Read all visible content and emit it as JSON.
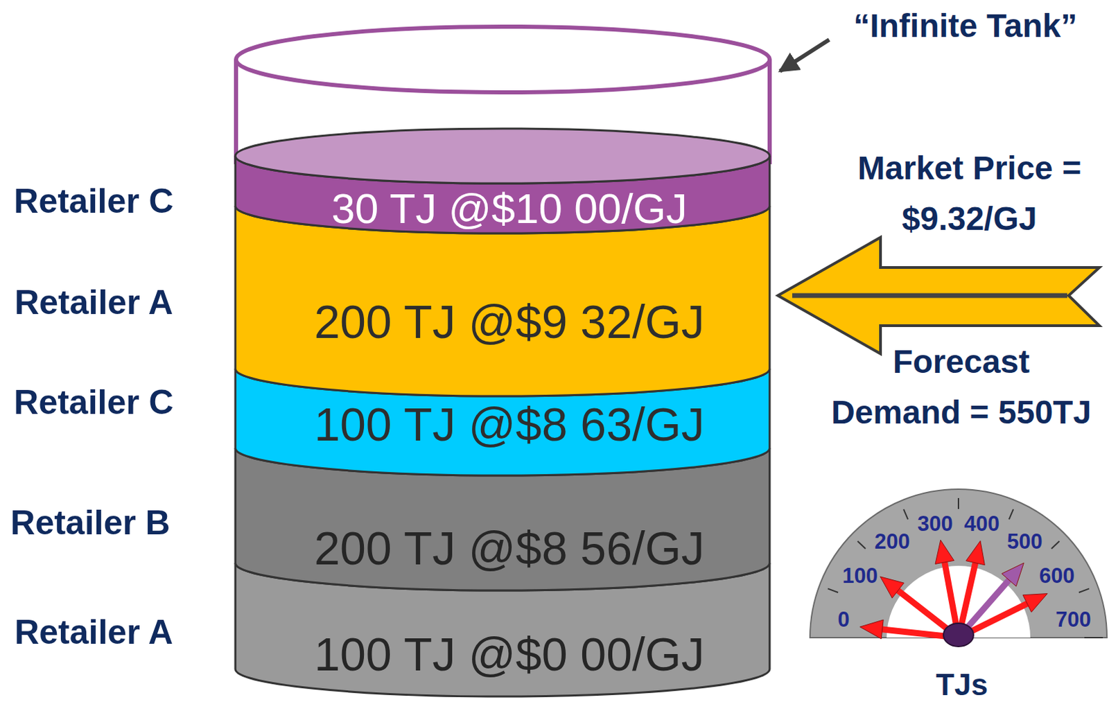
{
  "diagram": {
    "nodes": [
      {
        "text": [
          "30 TJ @$10 00/GJ"
        ]
      },
      {
        "text": [
          "200 TJ @$9 32/GJ"
        ]
      },
      {
        "text": [
          "100 TJ @$8 63/GJ"
        ]
      },
      {
        "text": [
          "200 TJ @$8 56/GJ"
        ]
      },
      {
        "text": [
          "100 TJ @$0 00/GJ"
        ]
      }
    ],
    "labels": [
      "“Infinite Tank”",
      "Retailer C",
      "Retailer A",
      "Retailer C",
      "Retailer B",
      "Retailer A",
      "Market Price = $9.32/GJ",
      "Forecast Demand = 550TJ",
      "0",
      "100",
      "200",
      "300",
      "400",
      "500",
      "600",
      "700",
      "TJs"
    ]
  }
}
